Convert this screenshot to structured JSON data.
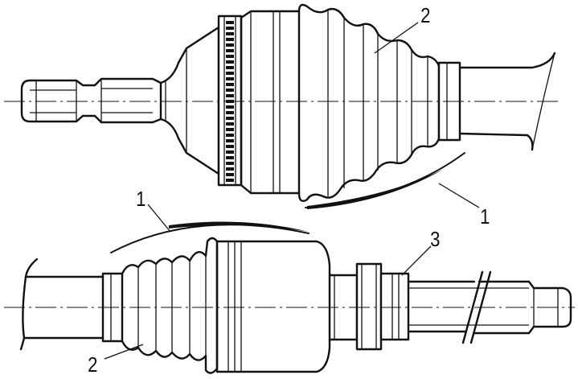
{
  "callouts": {
    "upper_boot": "2",
    "upper_clamp": "1",
    "lower_clamp": "1",
    "lower_ring": "3",
    "lower_boot": "2"
  }
}
